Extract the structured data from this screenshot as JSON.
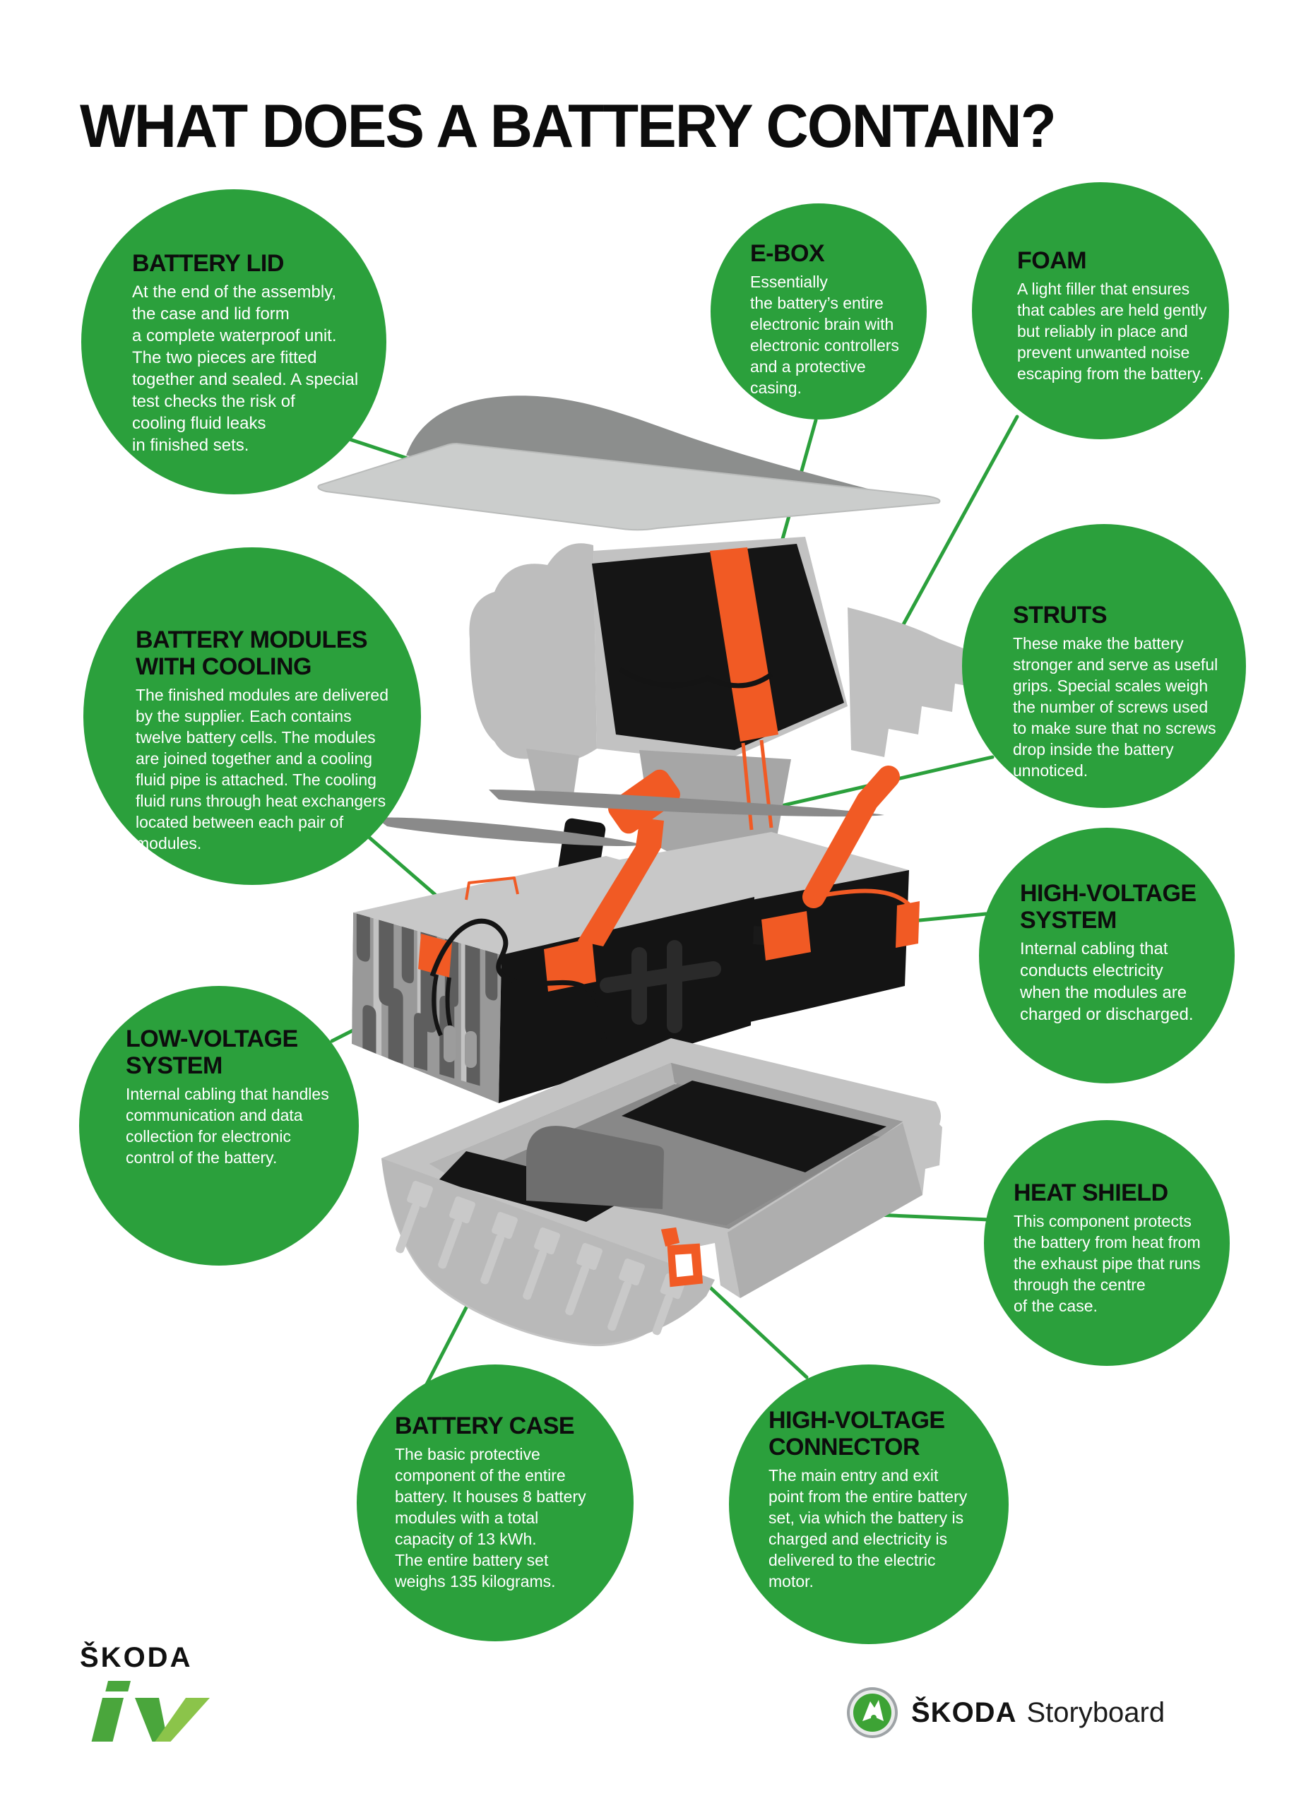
{
  "page": {
    "title": "WHAT DOES A BATTERY CONTAIN?"
  },
  "colors": {
    "green": "#2ba03c",
    "orange": "#f15a24",
    "gray_light": "#c9c9c9",
    "gray_dark": "#8c8e8d",
    "black": "#141414"
  },
  "callouts": [
    {
      "id": "battery-lid",
      "title": "BATTERY LID",
      "body": "At the end of the assembly,\nthe case and lid form\na complete waterproof unit.\nThe two pieces are fitted\ntogether and sealed. A special\ntest checks the risk of\ncooling fluid leaks\nin finished sets."
    },
    {
      "id": "e-box",
      "title": "E-BOX",
      "body": "Essentially\nthe battery’s entire\nelectronic brain with\nelectronic controllers\nand a protective\ncasing."
    },
    {
      "id": "foam",
      "title": "FOAM",
      "body": "A light filler that ensures\nthat cables are held gently\nbut reliably in place and\nprevent unwanted noise\nescaping from the battery."
    },
    {
      "id": "struts",
      "title": "STRUTS",
      "body": "These make the battery\nstronger and serve as useful\ngrips. Special scales weigh\nthe number of screws used\nto make sure that no screws\ndrop inside the battery\nunnoticed."
    },
    {
      "id": "battery-modules",
      "title": "BATTERY MODULES\nWITH COOLING",
      "body": "The finished modules are delivered\nby the supplier. Each contains\ntwelve battery cells. The modules\nare joined together and a cooling\nfluid pipe is attached. The cooling\nfluid runs through heat exchangers\nlocated between each pair of\nmodules."
    },
    {
      "id": "high-voltage-system",
      "title": "HIGH-VOLTAGE\nSYSTEM",
      "body": "Internal cabling that\nconducts electricity\nwhen the modules are\ncharged or discharged."
    },
    {
      "id": "low-voltage-system",
      "title": "LOW-VOLTAGE\nSYSTEM",
      "body": "Internal cabling that handles\ncommunication and data\ncollection for electronic\ncontrol of the battery."
    },
    {
      "id": "heat-shield",
      "title": "HEAT SHIELD",
      "body": "This component protects\nthe battery from heat from\nthe exhaust pipe that runs\nthrough the centre\nof the case."
    },
    {
      "id": "battery-case",
      "title": "BATTERY CASE",
      "body": "The basic protective\ncomponent of the entire\nbattery. It houses 8 battery\nmodules with a total\ncapacity of 13 kWh.\nThe entire battery set\nweighs 135 kilograms."
    },
    {
      "id": "high-voltage-connector",
      "title": "HIGH-VOLTAGE\nCONNECTOR",
      "body": "The main entry and exit\npoint from the entire battery\nset, via which the battery is\ncharged and electricity is\ndelivered to the electric\nmotor."
    }
  ],
  "footer": {
    "brand_wordmark": "ŠKODA",
    "iv_logo": "iV",
    "storyboard_wordmark": "ŠKODA",
    "storyboard_suffix": "Storyboard"
  }
}
